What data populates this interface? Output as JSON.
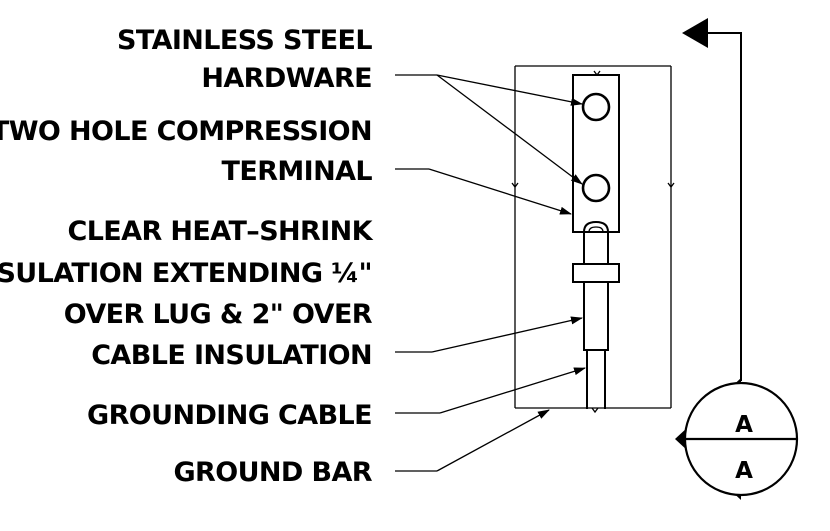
{
  "labels": {
    "hardware_line1": "STAINLESS STEEL",
    "hardware_line2": "HARDWARE",
    "terminal_line1": "TWO HOLE COMPRESSION",
    "terminal_line2": "TERMINAL",
    "shrink_line1": "CLEAR HEAT–SHRINK",
    "shrink_line2": "INSULATION EXTENDING ¼\"",
    "shrink_line3": "OVER LUG & 2\" OVER",
    "shrink_line4": "CABLE INSULATION",
    "cable": "GROUNDING CABLE",
    "bar": "GROUND BAR"
  },
  "section_marker": {
    "top": "A",
    "bottom": "A"
  },
  "icons": {
    "section_arrow": "arrow-left-icon",
    "section_symbol": "section-cut-icon"
  }
}
